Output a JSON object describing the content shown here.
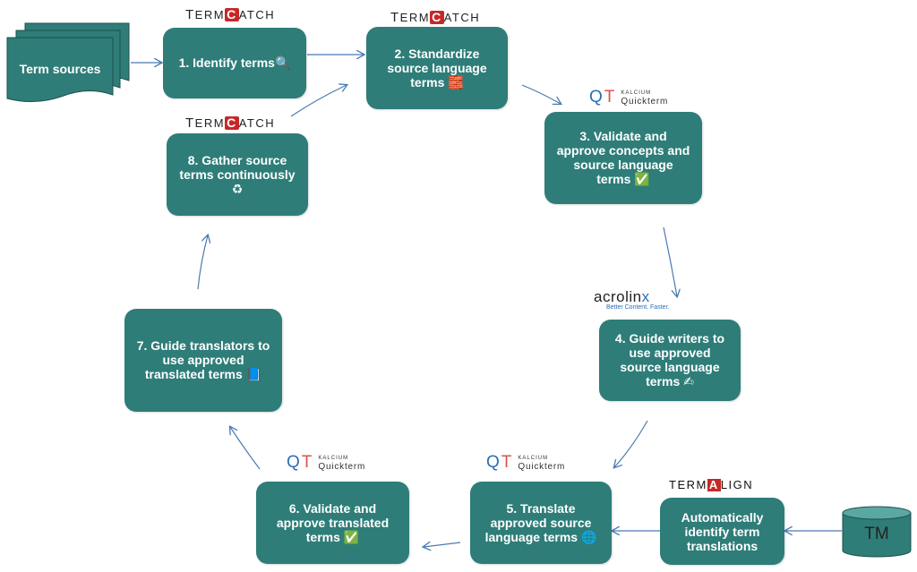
{
  "steps": {
    "s1": {
      "text": "1. Identify terms",
      "icon": "🔍"
    },
    "s2": {
      "text": "2. Standardize\nsource language\nterms",
      "icon": "🧱"
    },
    "s3": {
      "text": "3. Validate and\napprove concepts and\nsource language\nterms",
      "icon": "✅"
    },
    "s4": {
      "text": "4. Guide writers to\nuse approved\nsource language\nterms",
      "icon": "✍"
    },
    "s5": {
      "text": "5. Translate\napproved source\nlanguage terms",
      "icon": "🌐"
    },
    "s6": {
      "text": "6. Validate and\napprove translated\nterms",
      "icon": "✅"
    },
    "s7": {
      "text": "7. Guide translators to\nuse approved\ntranslated terms",
      "icon": "📘"
    },
    "s8": {
      "text": "8. Gather source\nterms continuously",
      "icon": "♻"
    },
    "auto": {
      "text": "Automatically\nidentify term\ntranslations"
    }
  },
  "sources": {
    "label": "Term sources"
  },
  "tm": {
    "label": "TM"
  },
  "logos": {
    "termcatch": {
      "pre": "T",
      "mid": "ERM",
      "mark": "C",
      "post": "ATCH"
    },
    "quickterm": {
      "q": "Q",
      "t": "T",
      "brand": "KALCIUM",
      "product": "Quickterm"
    },
    "acrolinx": {
      "name_a": "acrolin",
      "name_x": "x",
      "tagline": "Better Content. Faster."
    },
    "termalign": {
      "pre": "TERM",
      "mark": "A",
      "post": "LIGN"
    }
  },
  "colors": {
    "box": "#2e7d78",
    "arrow": "#4a7ab0",
    "brand_red": "#c62828",
    "brand_blue": "#2a6fb5"
  }
}
